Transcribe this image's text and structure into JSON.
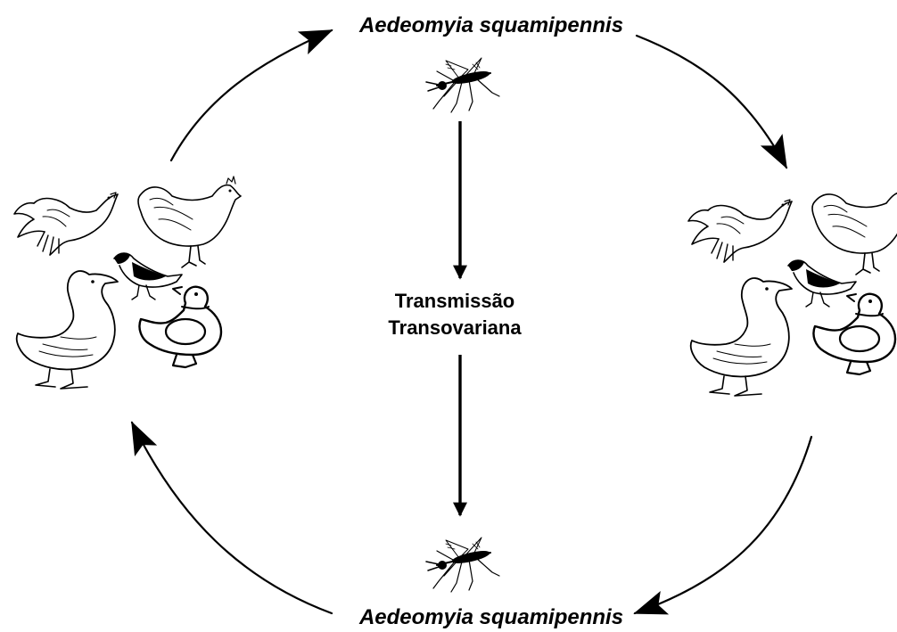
{
  "diagram": {
    "vector_top": "Aedeomyia squamipennis",
    "vector_bottom": "Aedeomyia squamipennis",
    "center_line1": "Transmissão",
    "center_line2": "Transovariana"
  }
}
